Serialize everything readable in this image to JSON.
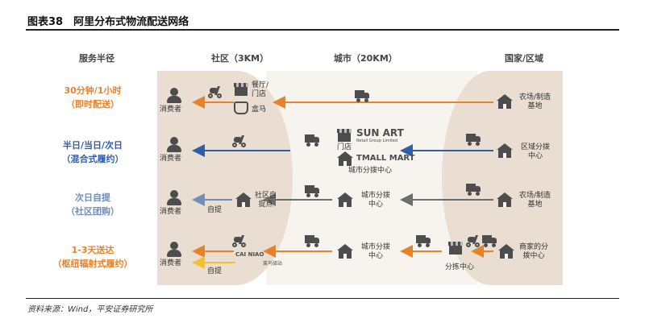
{
  "figure_title": "图表38　阿里分布式物流配送网络",
  "columns": {
    "service_radius": "服务半径",
    "community": "社区（3KM）",
    "city": "城市（20KM）",
    "country": "国家/区域"
  },
  "rows": [
    {
      "label_line1": "30分钟/1小时",
      "label_line2": "（即时配送）",
      "color": "#e8822a"
    },
    {
      "label_line1": "半日/当日/次日",
      "label_line2": "（混合式履约）",
      "color": "#2f5fa8"
    },
    {
      "label_line1": "次日自提",
      "label_line2": "（社区团购）",
      "color": "#6f8fb8"
    },
    {
      "label_line1": "1-3天送达",
      "label_line2": "（枢纽辐射式履约）",
      "color": "#e8822a"
    }
  ],
  "labels": {
    "consumer": "消费者",
    "restaurant_line1": "餐厅/",
    "restaurant_line2": "门店",
    "hema": "盒马",
    "farm_line1": "农场/制造",
    "farm_line2": "基地",
    "store": "门店",
    "sunart": "SUN ART",
    "sunart_sub": "Retail Group Limited",
    "tmallmart": "TMALL MART",
    "city_hub": "城市分拨中心",
    "regional_hub_line1": "区域分拨",
    "regional_hub_line2": "中心",
    "self_pickup": "自提",
    "community_pickup_line1": "社区自",
    "community_pickup_line2": "提点",
    "city_hub_line1": "城市分拨",
    "city_hub_line2": "中心",
    "merchant_hub_line1": "商家的分",
    "merchant_hub_line2": "拨中心",
    "sorting_center": "分拣中心",
    "cainiao": "CAI NIAO",
    "cainiao_cn": "菜鸟驿站"
  },
  "colors": {
    "orange": "#e8822a",
    "blue": "#2f5fa8",
    "lightblue": "#6f8fb8",
    "gray": "#6d6d6d",
    "yellow": "#f2c12e"
  },
  "footnote": "资料来源：Wind，平安证券研究所"
}
